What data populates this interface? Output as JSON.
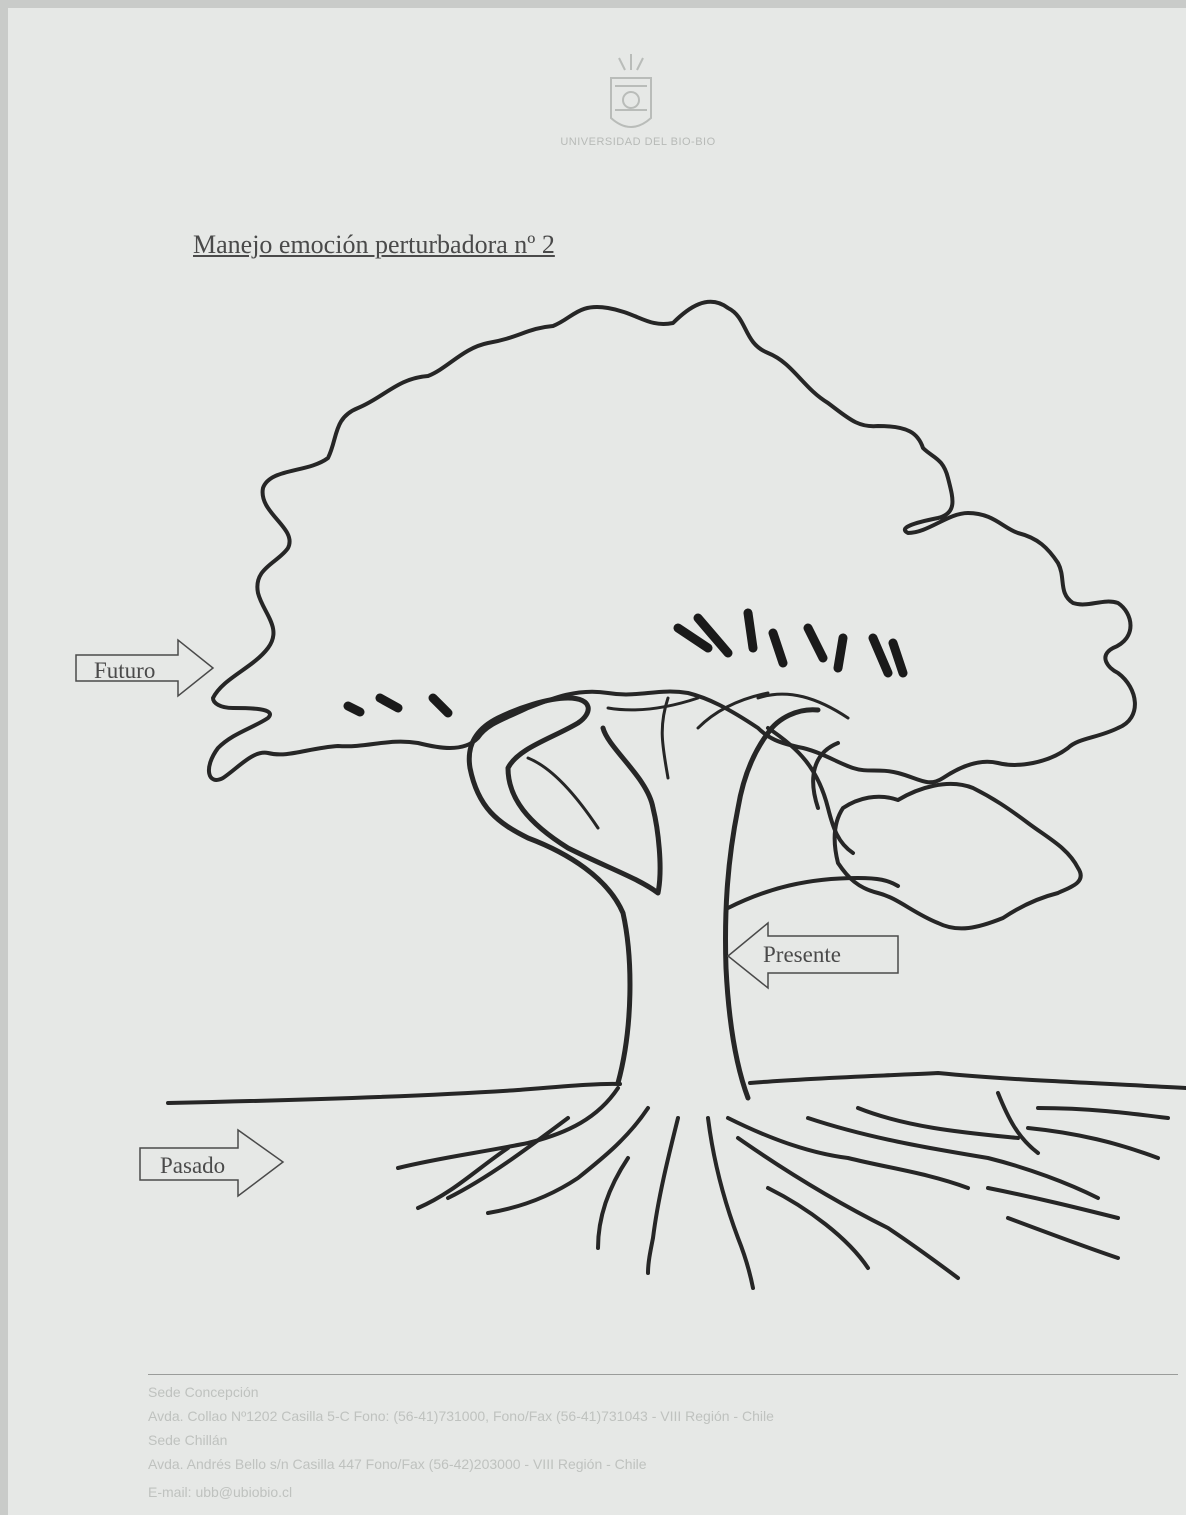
{
  "header": {
    "university_name": "UNIVERSIDAD DEL BIO-BIO",
    "title": "Manejo emoción perturbadora nº 2"
  },
  "labels": {
    "futuro": "Futuro",
    "presente": "Presente",
    "pasado": "Pasado"
  },
  "footer": {
    "sede1_name": "Sede Concepción",
    "sede1_address": "Avda. Collao Nº1202 Casilla 5-C Fono: (56-41)731000, Fono/Fax (56-41)731043 - VIII Región - Chile",
    "sede2_name": "Sede Chillán",
    "sede2_address": "Avda. Andrés Bello s/n Casilla 447 Fono/Fax (56-42)203000 - VIII Región - Chile",
    "email": "E-mail: ubb@ubiobio.cl"
  }
}
